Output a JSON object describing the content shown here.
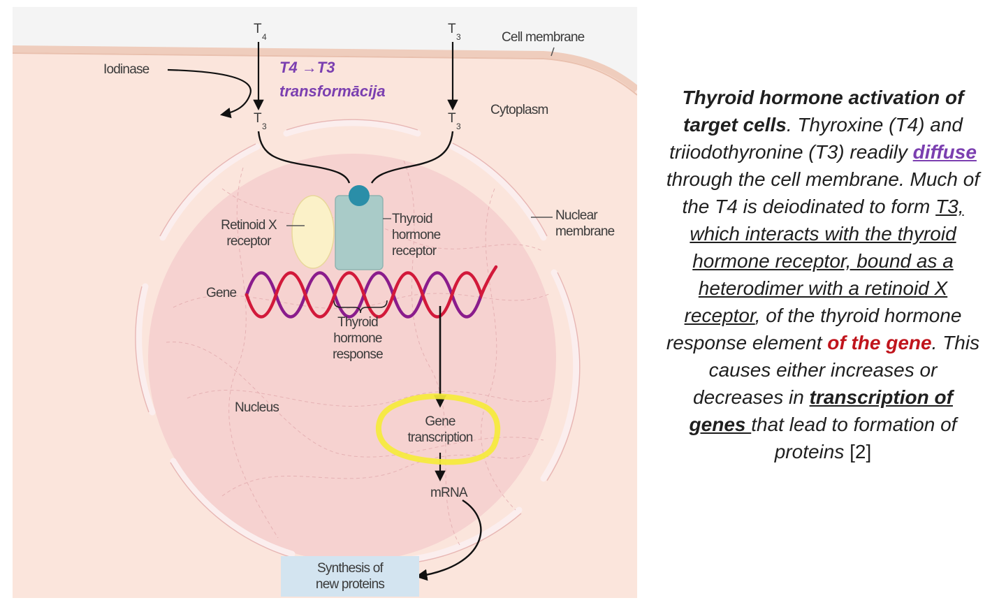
{
  "diagram": {
    "labels": {
      "t4": "T",
      "t4_sub": "4",
      "t3_top": "T",
      "t3_top_sub": "3",
      "t3_left": "T",
      "t3_left_sub": "3",
      "t3_right": "T",
      "t3_right_sub": "3",
      "cell_membrane": "Cell membrane",
      "iodinase": "Iodinase",
      "transform_line1": "T4 →T3",
      "transform_line2": "transformācija",
      "cytoplasm": "Cytoplasm",
      "retinoid_line1": "Retinoid X",
      "retinoid_line2": "receptor",
      "thyroid_receptor_line1": "Thyroid",
      "thyroid_receptor_line2": "hormone",
      "thyroid_receptor_line3": "receptor",
      "nuclear_line1": "Nuclear",
      "nuclear_line2": "membrane",
      "gene": "Gene",
      "response_line1": "Thyroid",
      "response_line2": "hormone",
      "response_line3": "response",
      "nucleus": "Nucleus",
      "transcription_line1": "Gene",
      "transcription_line2": "transcription",
      "mrna": "mRNA",
      "synthesis_line1": "Synthesis of",
      "synthesis_line2": "new proteins"
    },
    "colors": {
      "cytoplasm": "#fbe5dc",
      "membrane": "#f2d3c4",
      "nucleus": "#f6d2d0",
      "retinoid_receptor": "#fbf1c8",
      "thyroid_receptor": "#a9cbc8",
      "hormone_dot": "#2a8ea8",
      "dna_red": "#d2193a",
      "dna_purple": "#8a1c8c",
      "highlight": "#f5ea3a",
      "protein_box": "#d3e4f0",
      "accent_purple": "#7b3fb0"
    }
  },
  "caption": {
    "segments": [
      "Thyroid hormone activation of target cells",
      ". Thyroxine (T4) and triiodothyronine (T3) readily ",
      "diffuse",
      " through the cell membrane. Much of the T4 is deiodinated to form ",
      "T3, which interacts with the thyroid hormone receptor, bound as a heterodimer with a retinoid X receptor",
      ", of the thyroid hormone response element ",
      "of the gene",
      ". This causes either increases or decreases in ",
      "transcription of genes ",
      "that lead to formation of proteins ",
      "[2]"
    ]
  }
}
